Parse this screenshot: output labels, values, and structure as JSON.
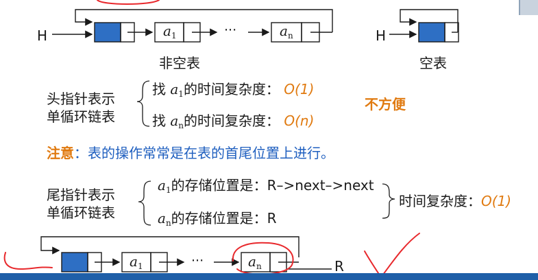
{
  "top_diagram": {
    "head_label": "H",
    "node1": "a",
    "node1_sub": "1",
    "ellipsis": "···",
    "node2": "a",
    "node2_sub": "n",
    "caption_nonempty": "非空表",
    "head_label_empty": "H",
    "caption_empty": "空表"
  },
  "head_pointer_section": {
    "title_line1": "头指针表示",
    "title_line2": "单循环链表",
    "row1_prefix": "找",
    "row1_var": "a",
    "row1_sub": "1",
    "row1_text": "的时间复杂度：",
    "row1_complexity": "O(1)",
    "row2_prefix": "找",
    "row2_var": "a",
    "row2_sub": "n",
    "row2_text": "的时间复杂度：",
    "row2_complexity": "O(n)",
    "remark": "不方便"
  },
  "note": {
    "label": "注意",
    "text": "：表的操作常常是在表的首尾位置上进行。"
  },
  "tail_pointer_section": {
    "title_line1": "尾指针表示",
    "title_line2": "单循环链表",
    "row1_var": "a",
    "row1_sub": "1",
    "row1_text": "的存储位置是：R–>next–>next",
    "row2_var": "a",
    "row2_sub": "n",
    "row2_text": "的存储位置是：R",
    "complexity_label": "时间复杂度：",
    "complexity": "O(1)"
  },
  "bottom_diagram": {
    "node1": "a",
    "node1_sub": "1",
    "ellipsis": "···",
    "node2": "a",
    "node2_sub": "n",
    "tail_label": "R"
  },
  "colors": {
    "node_fill": "#2e6fc4",
    "accent_orange": "#e07a10",
    "note_blue": "#1f5fbf",
    "annotation_red": "#e8282c"
  }
}
